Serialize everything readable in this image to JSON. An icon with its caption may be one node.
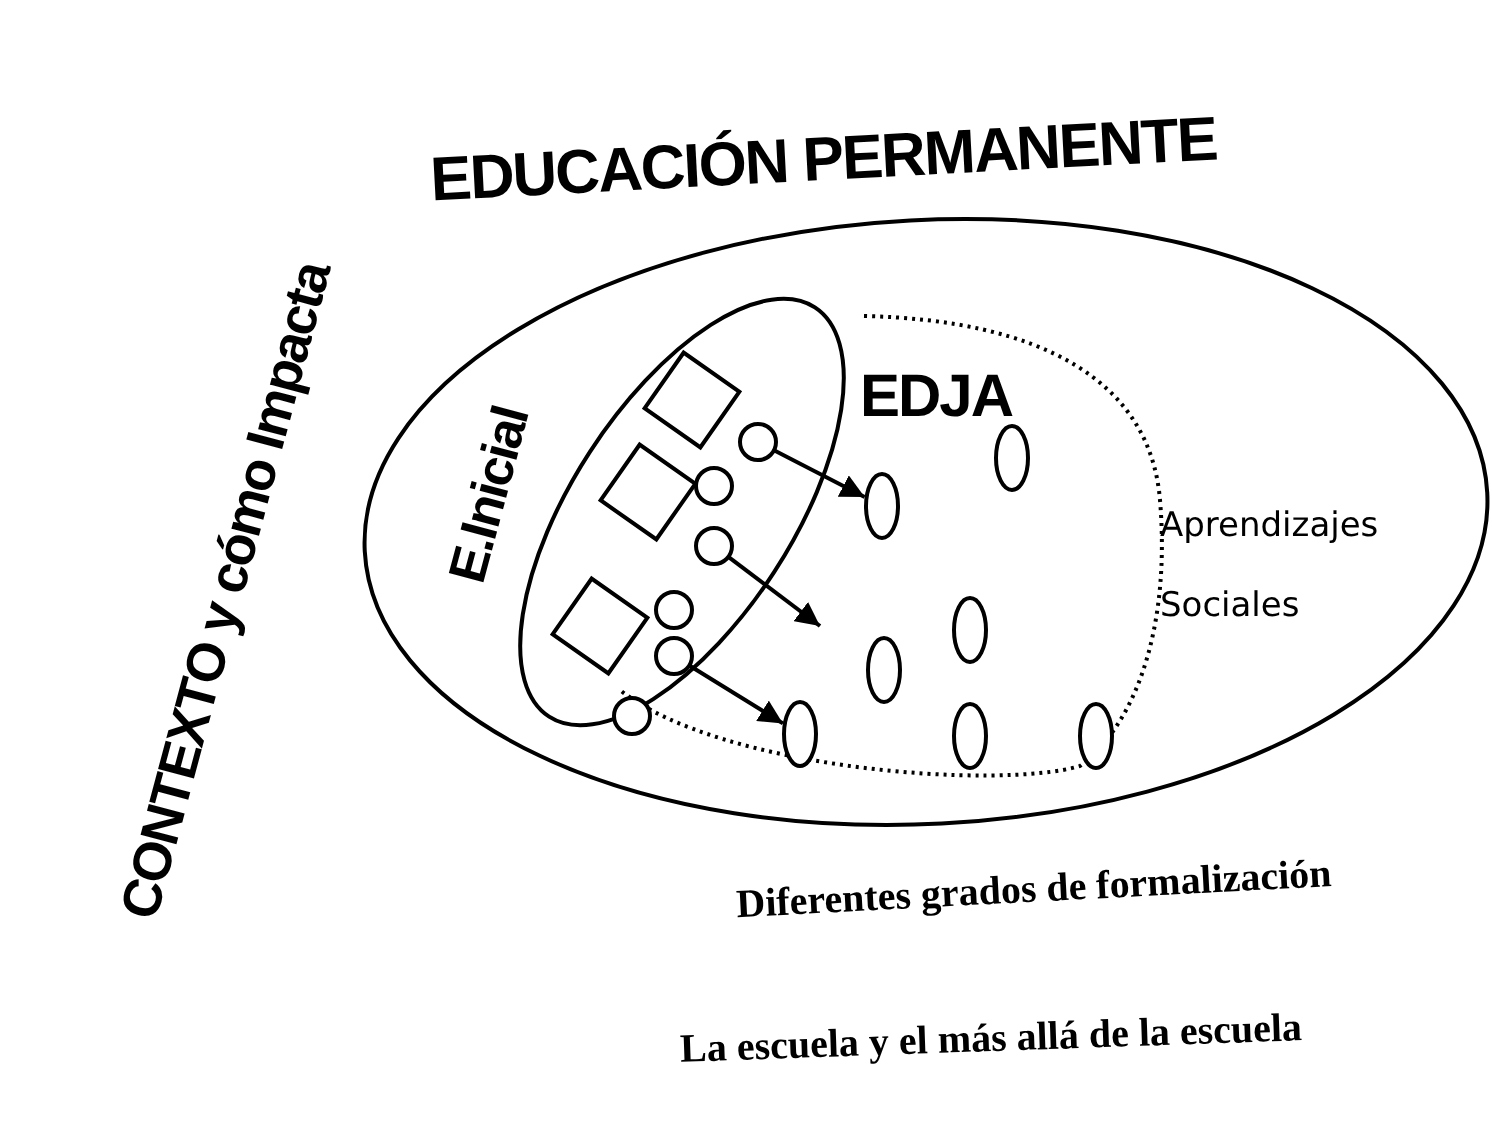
{
  "diagram": {
    "nodes": [
      {
        "text": [
          "EDUCACIÓN PERMANENTE"
        ]
      },
      {
        "text": [
          "E.Inicial"
        ],
        "in": 0
      },
      {
        "text": [
          "EDJA"
        ],
        "in": 0
      },
      {
        "text": [],
        "shape": "box"
      },
      {
        "text": [],
        "shape": "box",
        "in": 1
      },
      {
        "text": [],
        "shape": "box",
        "in": 1
      },
      {
        "text": [],
        "shape": "circle"
      },
      {
        "text": [],
        "shape": "circle"
      },
      {
        "text": [],
        "shape": "circle"
      },
      {
        "text": [],
        "shape": "circle"
      },
      {
        "text": [],
        "shape": "circle"
      },
      {
        "text": [],
        "shape": "circle",
        "in": 0
      },
      {
        "text": [],
        "shape": "ellipse",
        "in": 2
      },
      {
        "text": [],
        "shape": "ellipse",
        "in": 2
      },
      {
        "text": [],
        "shape": "ellipse",
        "in": 2
      },
      {
        "text": [],
        "shape": "ellipse",
        "in": 2
      },
      {
        "text": [],
        "shape": "ellipse",
        "in": 2
      },
      {
        "text": [],
        "shape": "ellipse",
        "in": 2
      },
      {
        "text": [],
        "shape": "ellipse",
        "in": 2
      }
    ],
    "edges": [
      {
        "from": 6,
        "to": 13,
        "arrow": "to"
      },
      {
        "from": 8,
        "to": null,
        "arrow": "to"
      },
      {
        "from": 10,
        "to": 16,
        "arrow": "to"
      }
    ],
    "labels": [
      "CONTEXTO y cómo Impacta",
      "Aprendizajes Sociales",
      "Diferentes grados de formalización",
      "La escuela y el más allá de la escuela"
    ]
  }
}
